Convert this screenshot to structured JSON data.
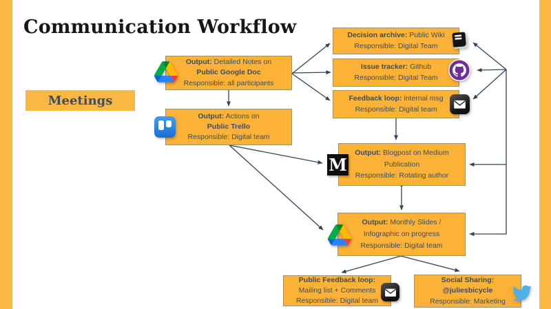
{
  "page": {
    "title": "Communication Workflow"
  },
  "meetings": {
    "label": "Meetings"
  },
  "nodes": {
    "gdoc": {
      "l1b": "Output:",
      "l1": " Detailed Notes on",
      "l2b": "Public Google Doc",
      "l3": "Responsible: all participants"
    },
    "trello": {
      "l1b": "Output:",
      "l1": " Actions on",
      "l2b": "Public Trello",
      "l3": "Responsible: Digital team"
    },
    "decision": {
      "l1b": "Decision archive:",
      "l1": " Public Wiki",
      "l2": "Responsible: Digital Team"
    },
    "issue": {
      "l1b": "Issue tracker:",
      "l1": " Github",
      "l2": "Responsible: Digital Team"
    },
    "feedback": {
      "l1b": "Feedback loop:",
      "l1": " internal msg",
      "l2": "Responsible: Digital team"
    },
    "medium": {
      "l1b": "Output:",
      "l1": " Blogpost on Medium",
      "l2": "Publication",
      "l3": "Responsible: Rotating author"
    },
    "slides": {
      "l1b": "Output:",
      "l1": " Monthly Slides /",
      "l2": "Infographic on progress",
      "l3": "Responsible: Digital team"
    },
    "pubfb": {
      "l1b": "Public Feedback loop:",
      "l2": "Mailing list + Comments",
      "l3": "Responsible: Digital team"
    },
    "social": {
      "l1b": "Social Sharing:",
      "l2b": "@juliesbicycle",
      "l3": "Responsible: Marketing"
    }
  },
  "icons": {
    "gdoc": "google-drive-icon",
    "trello": "trello-icon",
    "decision": "notebook-icon",
    "issue": "github-icon",
    "feedback": "email-icon",
    "medium": "medium-icon",
    "slides": "google-drive-icon",
    "pubfb": "email-icon",
    "social": "twitter-icon"
  },
  "colors": {
    "accent_bar": "#FBB743",
    "box_fill": "#FBB237",
    "box_border": "#9B9179",
    "arrow": "#2F4456",
    "box_text": "#3B4C61",
    "title_text": "#171717"
  }
}
